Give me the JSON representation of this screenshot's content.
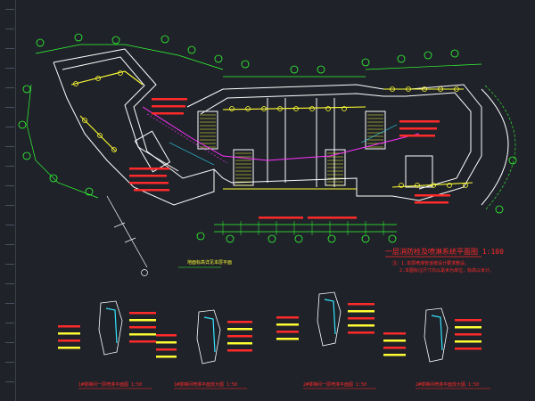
{
  "drawing": {
    "main_title": "一层消防栓及喷淋系统平面图   1:100",
    "main_notes": [
      "注：1.本层喷淋管道按设计要求敷设。",
      "2.本图标注尺寸均以毫米为单位，标高以米计。"
    ],
    "stair_note": "地面标高详见本层平面",
    "details": [
      {
        "title": "1#楼梯间一层喷淋平面图 1:50",
        "caption": ""
      },
      {
        "title": "1#楼梯间喷淋平面放大图 1:50",
        "caption": ""
      },
      {
        "title": "2#楼梯间一层喷淋平面图 1:50",
        "caption": ""
      },
      {
        "title": "2#楼梯间喷淋平面放大图 1:50",
        "caption": ""
      }
    ]
  },
  "colors": {
    "background": "#1f2229",
    "wall": "#ffffff",
    "dimension": "#33ff33",
    "pipe": "#ffff33",
    "annotation": "#ff2a2a",
    "magenta": "#ff33ff",
    "cyan": "#33e6ff"
  }
}
